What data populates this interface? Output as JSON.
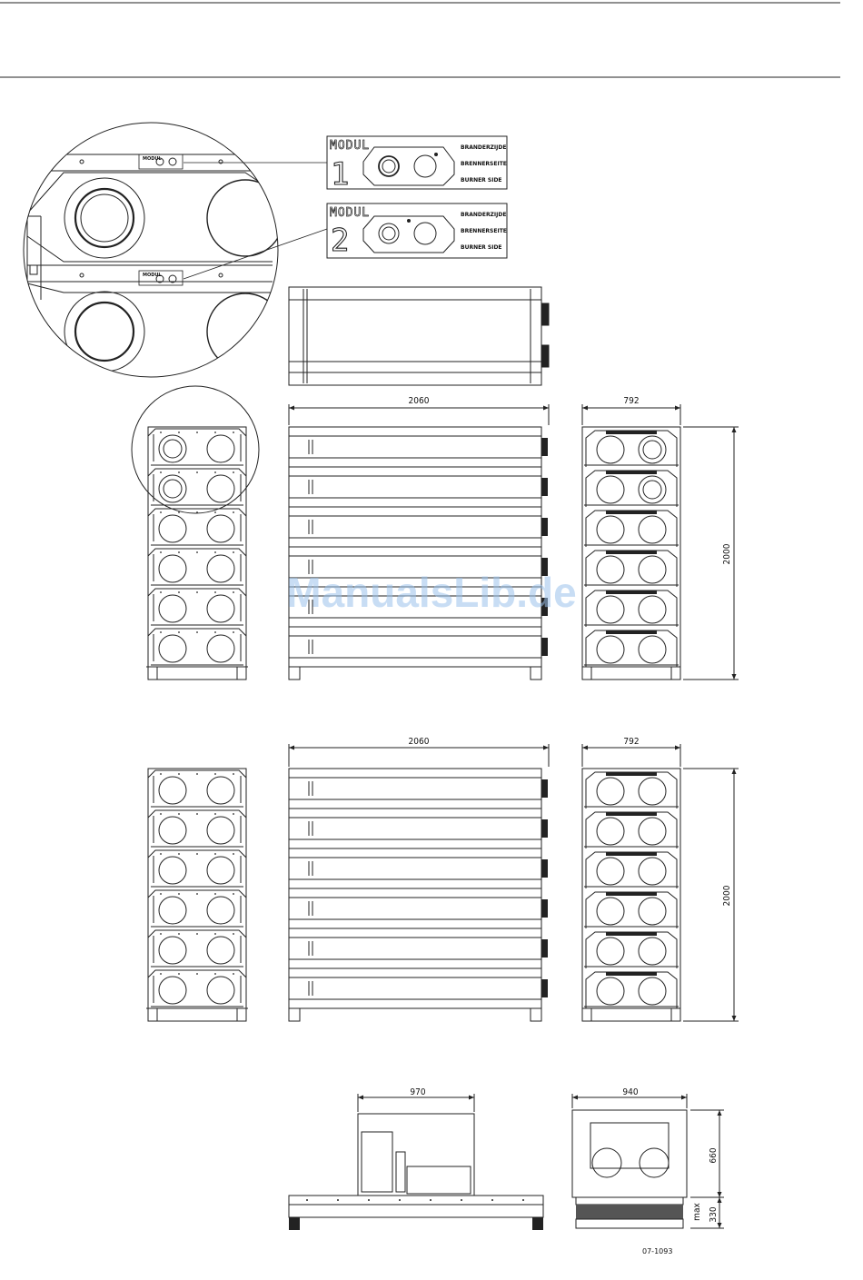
{
  "labels": {
    "modul": "MODUL",
    "burner_nl": "BRANDERZIJDE",
    "burner_de": "BRENNERSEITE",
    "burner_en": "BURNER SIDE",
    "module_1": "1",
    "module_2": "2"
  },
  "dimensions": {
    "top_length": "2060",
    "top_width": "792",
    "top_height": "2000",
    "bottom_length": "2060",
    "bottom_width": "792",
    "bottom_height": "2000",
    "base_length": "970",
    "base_width": "940",
    "base_height": "660",
    "base_max_label": "max",
    "base_max": "330"
  },
  "figure_ref": "07-1093",
  "watermark": "ManualsLib.de"
}
